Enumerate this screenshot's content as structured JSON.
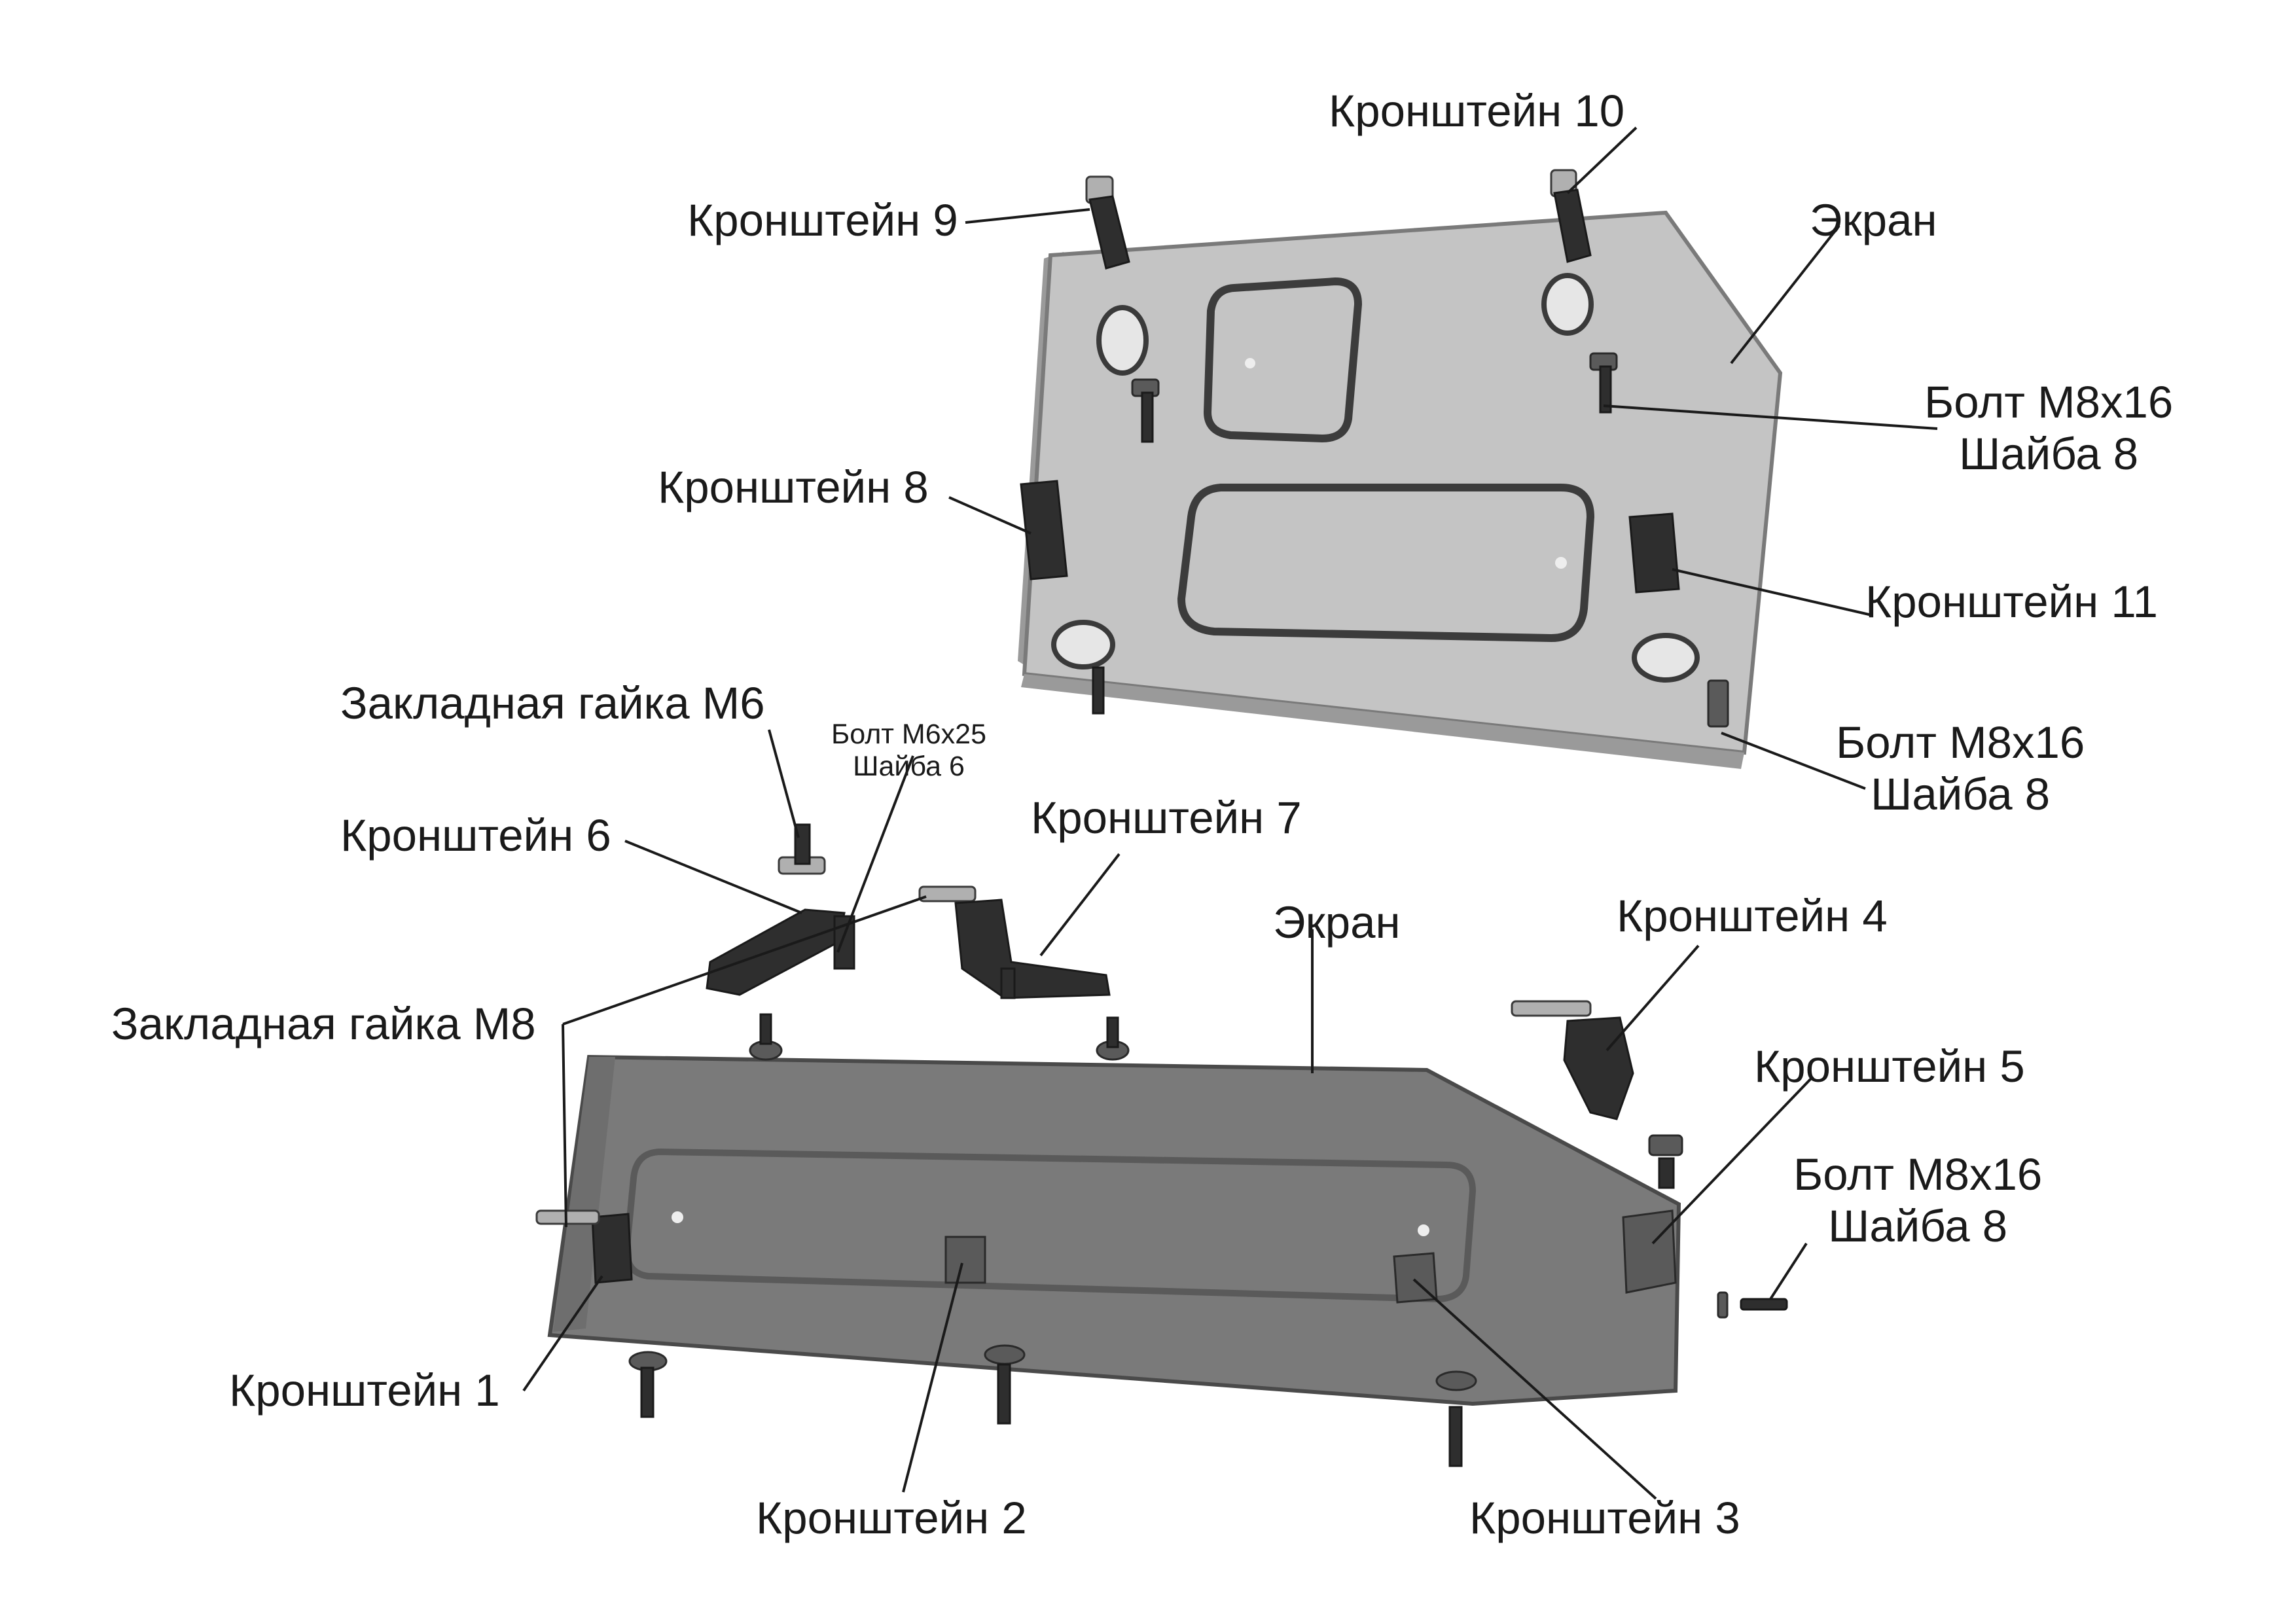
{
  "labels": {
    "bracket_10": "Кронштейн 10",
    "bracket_9": "Кронштейн 9",
    "screen_top": "Экран",
    "bolt_top_1_line1": "Болт М8х16",
    "bolt_top_1_line2": "Шайба 8",
    "bracket_8": "Кронштейн 8",
    "bracket_11": "Кронштейн 11",
    "bolt_top_2_line1": "Болт М8х16",
    "bolt_top_2_line2": "Шайба 8",
    "embedded_nut_m6": "Закладная гайка М6",
    "bolt_m6_line1": "Болт М6х25",
    "bolt_m6_line2": "Шайба 6",
    "bracket_6": "Кронштейн 6",
    "bracket_7": "Кронштейн 7",
    "screen_bottom": "Экран",
    "bracket_4": "Кронштейн 4",
    "embedded_nut_m8": "Закладная гайка М8",
    "bracket_5": "Кронштейн 5",
    "bolt_bottom_line1": "Болт М8х16",
    "bolt_bottom_line2": "Шайба 8",
    "bracket_1": "Кронштейн 1",
    "bracket_2": "Кронштейн 2",
    "bracket_3": "Кронштейн 3"
  },
  "colors": {
    "top_plate": "#c4c4c4",
    "bottom_plate": "#7a7a7a",
    "parts": "#2e2e2e",
    "text": "#1a1a1a"
  }
}
